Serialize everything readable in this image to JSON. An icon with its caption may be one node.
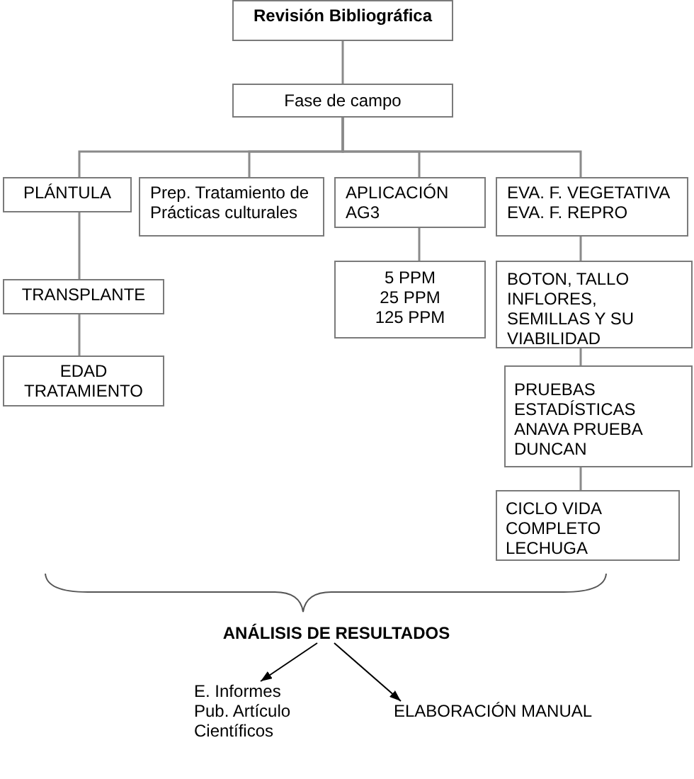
{
  "diagram": {
    "nodes": [
      {
        "text": [
          "Revisión Bibliográfica"
        ]
      },
      {
        "text": [
          "Fase de campo"
        ]
      },
      {
        "text": [
          "PLÁNTULA"
        ]
      },
      {
        "text": [
          "Prep. Tratamiento de Prácticas culturales"
        ]
      },
      {
        "text": [
          "APLICACIÓN AG3"
        ]
      },
      {
        "text": [
          "EVA. F. VEGETATIVA",
          "EVA. F. REPRO"
        ]
      },
      {
        "text": [
          "TRANSPLANTE"
        ]
      },
      {
        "text": [
          "5 PPM",
          "25 PPM",
          "125 PPM"
        ]
      },
      {
        "text": [
          "BOTON, TALLO INFLORES, SEMILLAS Y SU VIABILIDAD"
        ]
      },
      {
        "text": [
          "EDAD TRATAMIENTO"
        ]
      },
      {
        "text": [
          "PRUEBAS ESTADÍSTICAS ANAVA PRUEBA DUNCAN"
        ]
      },
      {
        "text": [
          "CICLO VIDA COMPLETO LECHUGA"
        ]
      },
      {
        "text": [
          "ANÁLISIS DE RESULTADOS"
        ]
      },
      {
        "text": [
          "E. Informes",
          "Pub. Artículo Científicos"
        ]
      },
      {
        "text": [
          "ELABORACIÓN MANUAL"
        ]
      }
    ],
    "edges": [
      {
        "from": 0,
        "to": 1,
        "arrow": "none"
      },
      {
        "from": 1,
        "to": 2,
        "arrow": "none"
      },
      {
        "from": 1,
        "to": 3,
        "arrow": "none"
      },
      {
        "from": 1,
        "to": 4,
        "arrow": "none"
      },
      {
        "from": 1,
        "to": 5,
        "arrow": "none"
      },
      {
        "from": 2,
        "to": 6,
        "arrow": "none"
      },
      {
        "from": 6,
        "to": 9,
        "arrow": "none"
      },
      {
        "from": 4,
        "to": 7,
        "arrow": "none"
      },
      {
        "from": 5,
        "to": 8,
        "arrow": "none"
      },
      {
        "from": 8,
        "to": 10,
        "arrow": "none"
      },
      {
        "from": 10,
        "to": 11,
        "arrow": "none"
      },
      {
        "from": 12,
        "to": 13,
        "arrow": "to",
        "color": "#000000"
      },
      {
        "from": 12,
        "to": 14,
        "arrow": "to",
        "color": "#000000"
      }
    ]
  }
}
